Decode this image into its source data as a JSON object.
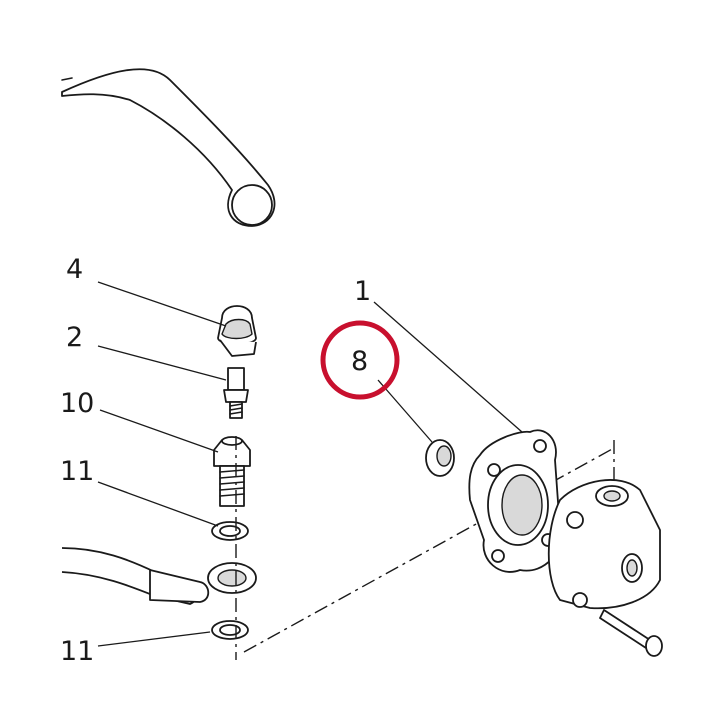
{
  "callouts": {
    "c1": "1",
    "c2": "2",
    "c4": "4",
    "c8": "8",
    "c10": "10",
    "c11a": "11",
    "c11b": "11"
  },
  "colors": {
    "highlight": "#c8102e",
    "line": "#1a1a1a"
  }
}
